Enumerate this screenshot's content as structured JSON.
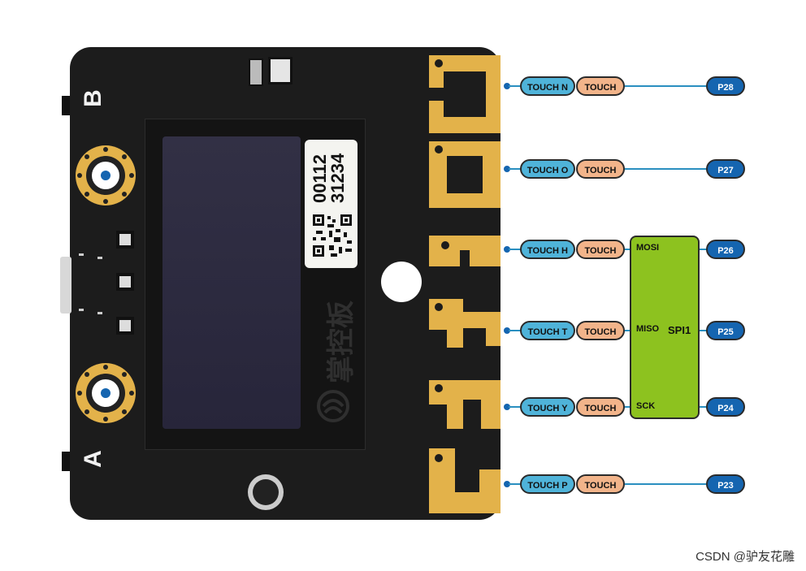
{
  "board": {
    "button_a": "A",
    "button_b": "B",
    "serial_line1": "00112",
    "serial_line2": "31234",
    "logo_text": "掌控板"
  },
  "pins": [
    {
      "touch_name": "TOUCH N",
      "mode": "TOUCH",
      "pin": "P28"
    },
    {
      "touch_name": "TOUCH O",
      "mode": "TOUCH",
      "pin": "P27"
    },
    {
      "touch_name": "TOUCH H",
      "mode": "TOUCH",
      "pin": "P26",
      "spi": "MOSI"
    },
    {
      "touch_name": "TOUCH T",
      "mode": "TOUCH",
      "pin": "P25",
      "spi": "MISO"
    },
    {
      "touch_name": "TOUCH Y",
      "mode": "TOUCH",
      "pin": "P24",
      "spi": "SCK"
    },
    {
      "touch_name": "TOUCH P",
      "mode": "TOUCH",
      "pin": "P23"
    }
  ],
  "spi_block": {
    "label": "SPI1"
  },
  "watermark": "CSDN @驴友花雕",
  "colors": {
    "board": "#1c1c1c",
    "gold": "#e3b24a",
    "touch_name": "#4fb3d9",
    "touch": "#f2b48a",
    "pin": "#1565b0",
    "spi": "#8dc21f"
  }
}
